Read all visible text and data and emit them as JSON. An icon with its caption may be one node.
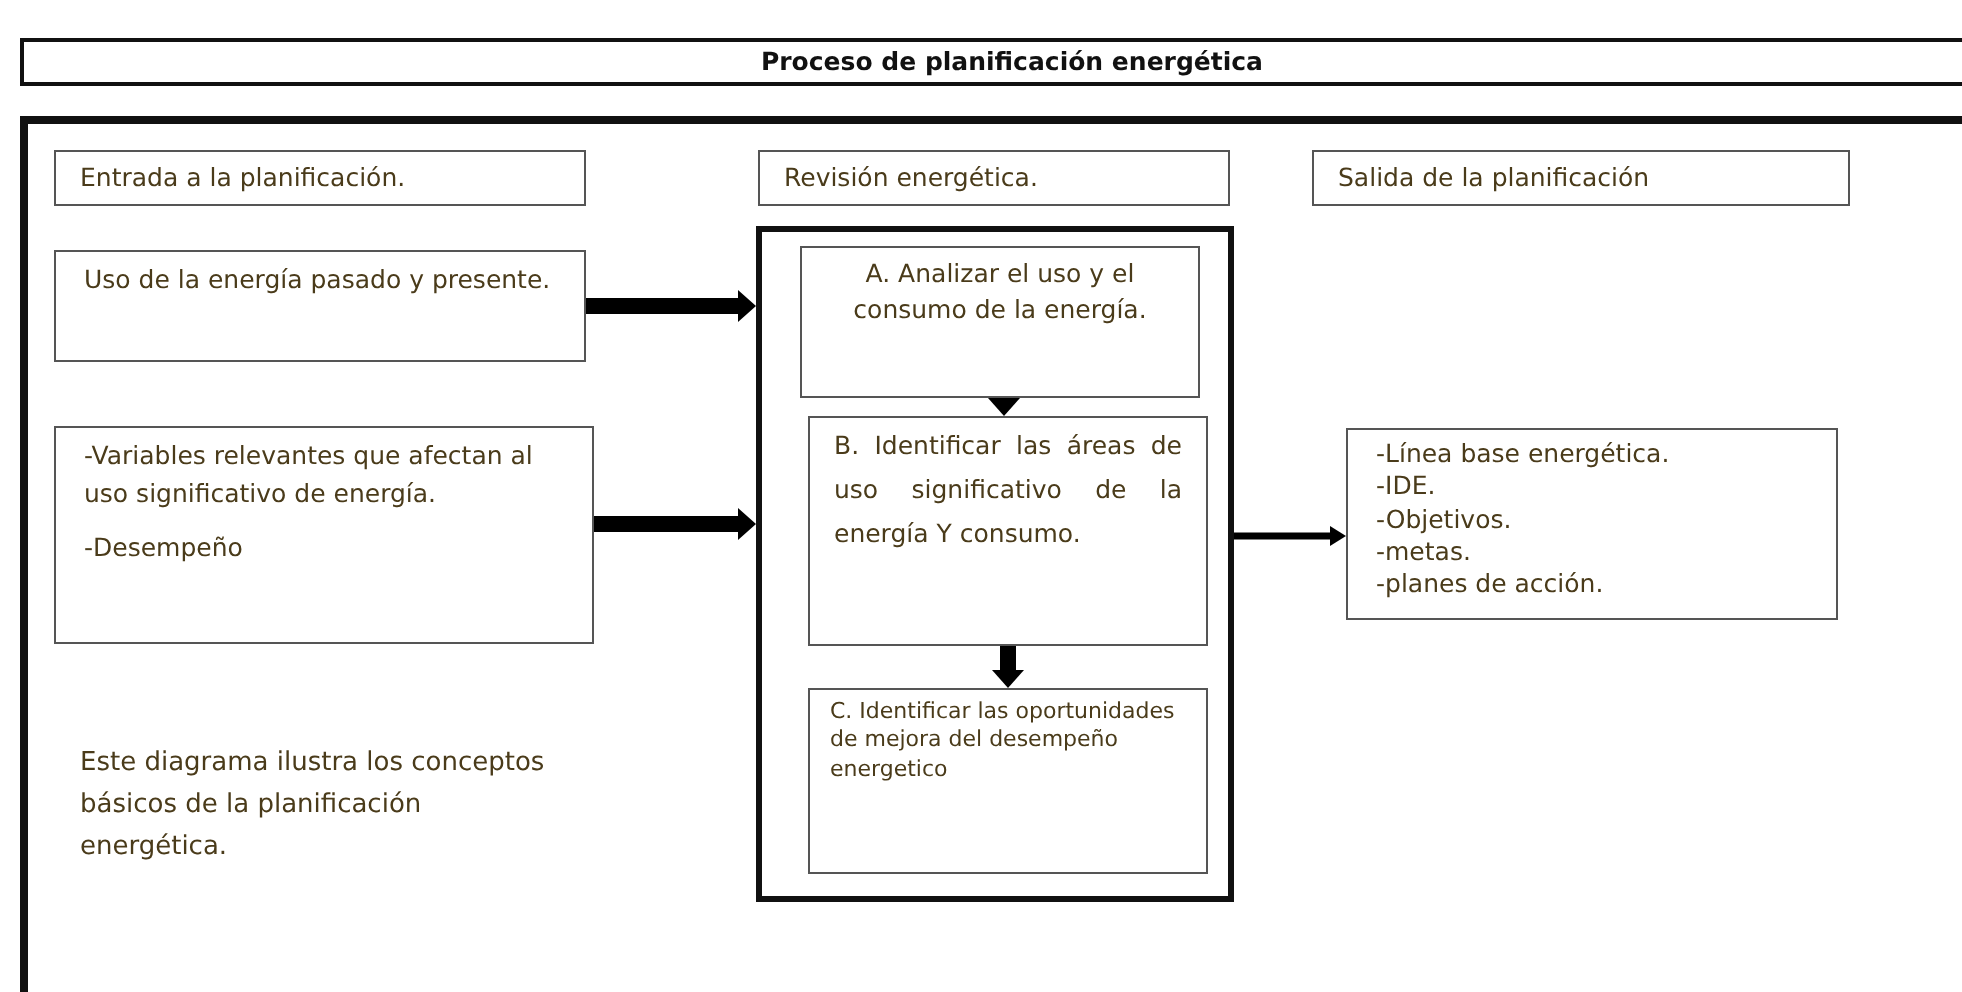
{
  "diagram": {
    "title": "Proceso de planificación energética",
    "nodes": [
      {
        "text": [],
        "shape": "box"
      },
      {
        "text": [
          "Entrada a la planificación."
        ],
        "in": 0
      },
      {
        "text": [
          "Revisión energética."
        ],
        "in": 0
      },
      {
        "text": [
          "Salida de la planificación"
        ],
        "in": 0
      },
      {
        "text": [
          "Uso de la energía pasado y presente."
        ],
        "in": 0
      },
      {
        "text": [
          "-Variables relevantes que afectan al uso significativo de energía.",
          "-Desempeño"
        ],
        "in": 0
      },
      {
        "text": [],
        "shape": "box",
        "in": 0
      },
      {
        "text": [
          "A. Analizar el uso y el consumo de la energía."
        ],
        "in": 6
      },
      {
        "text": [
          "B. Identificar las áreas de uso significativo de la energía Y consumo."
        ],
        "in": 6
      },
      {
        "text": [
          "C. Identificar las oportunidades de mejora del desempeño energetico"
        ],
        "in": 6
      },
      {
        "text": [
          "-Línea base energética.",
          "-IDE.",
          "-Objetivos.",
          "-metas.",
          "-planes de acción."
        ],
        "in": 0
      }
    ],
    "edges": [
      {
        "from": 4,
        "to": 6,
        "arrow": "to"
      },
      {
        "from": 5,
        "to": 6,
        "arrow": "to"
      },
      {
        "from": 7,
        "to": 8,
        "arrow": "to"
      },
      {
        "from": 8,
        "to": 9,
        "arrow": "to"
      },
      {
        "from": 6,
        "to": 10,
        "arrow": "to"
      }
    ],
    "labels": [
      "Este diagrama ilustra los conceptos básicos de la planificación energética."
    ]
  }
}
